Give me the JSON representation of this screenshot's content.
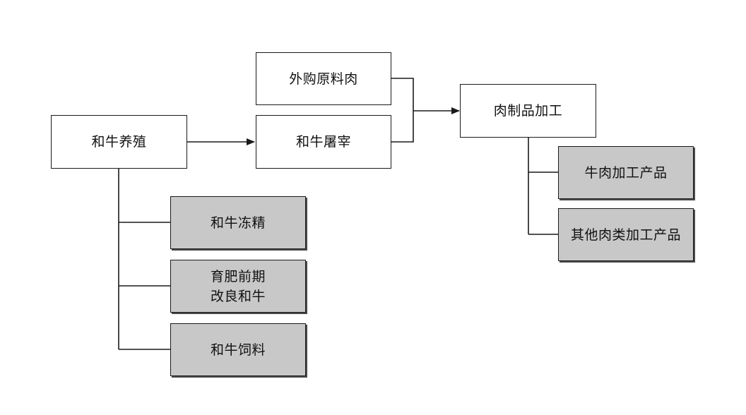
{
  "diagram": {
    "colors": {
      "primary_fill": "#ffffff",
      "secondary_fill": "#c8c8c8",
      "line": "#1a1a1a"
    },
    "nodes": {
      "waigou": "外购原料肉",
      "heniu_yangzhi": "和牛养殖",
      "heniu_tuzai": "和牛屠宰",
      "rouzhipin": "肉制品加工",
      "dongjing": "和牛冻精",
      "yufei": "育肥前期\n改良和牛",
      "siliao": "和牛饲料",
      "niurou": "牛肉加工产品",
      "qita": "其他肉类加工产品"
    }
  }
}
